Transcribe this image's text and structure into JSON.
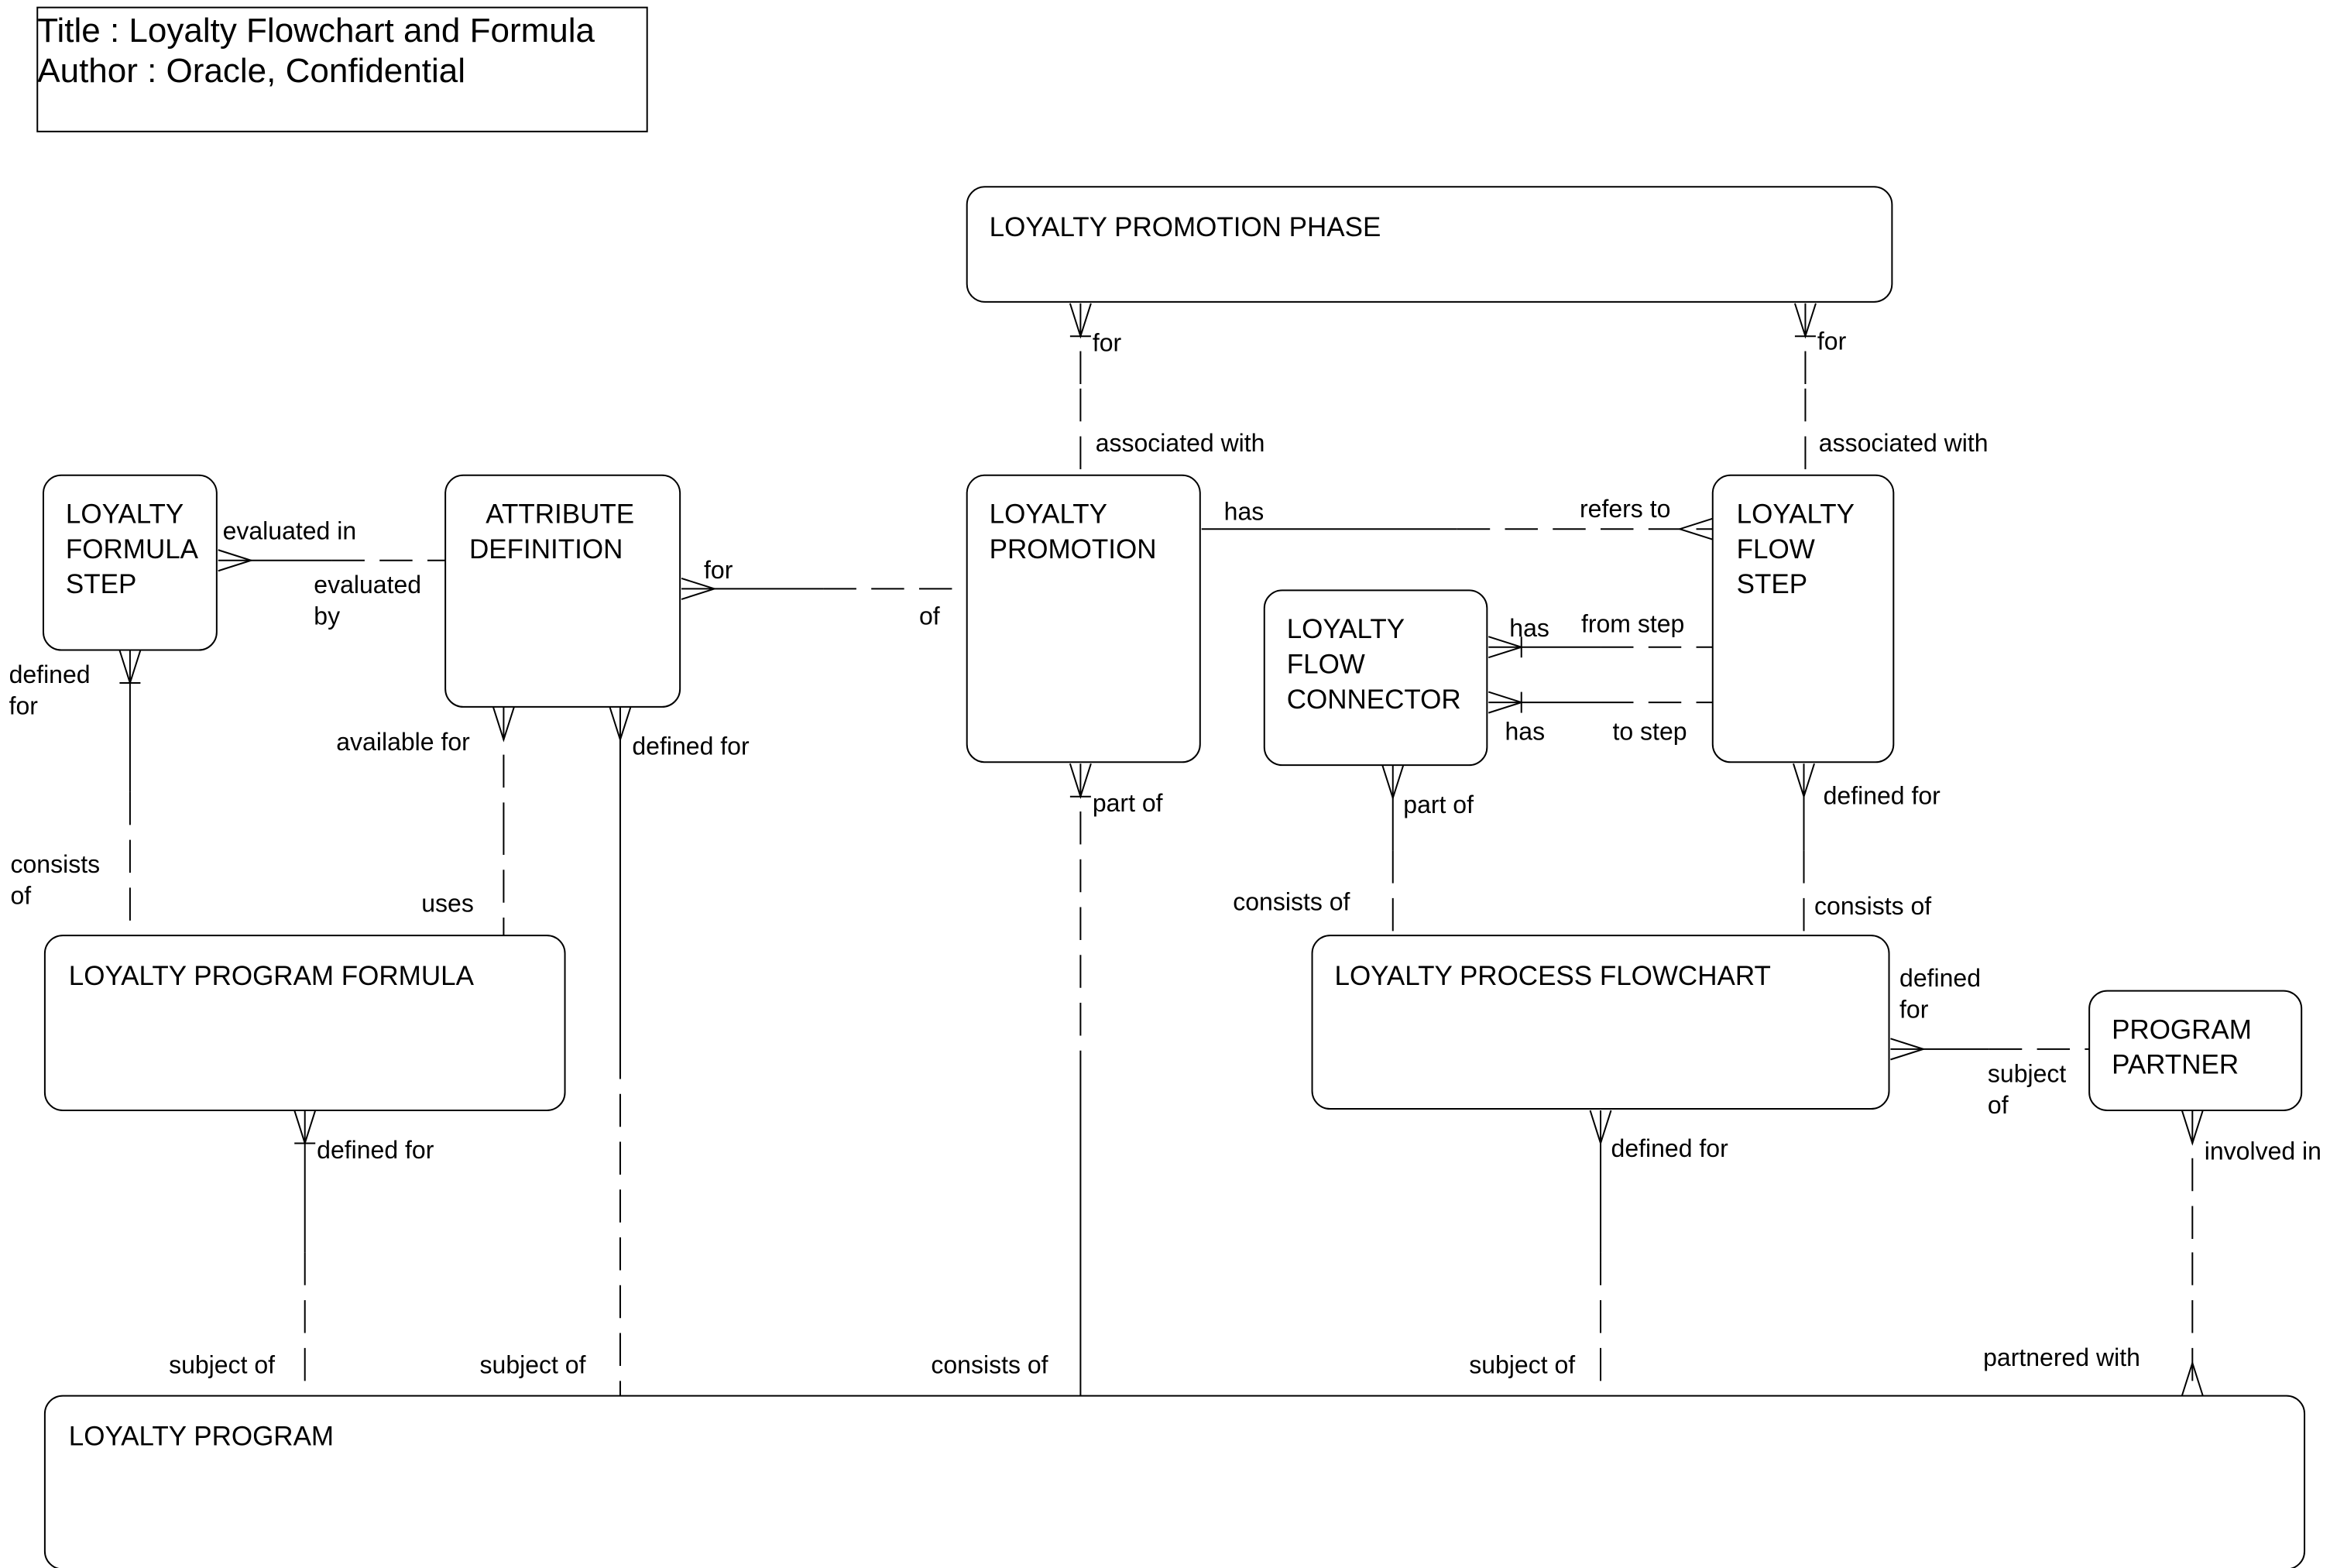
{
  "title_block": {
    "lines": [
      "Title : Loyalty Flowchart and Formula",
      "Author : Oracle, Confidential"
    ]
  },
  "entities": [
    {
      "id": "phase",
      "lines": [
        "LOYALTY PROMOTION PHASE"
      ]
    },
    {
      "id": "formula_step",
      "lines": [
        "LOYALTY",
        "FORMULA",
        "STEP"
      ]
    },
    {
      "id": "attr_def",
      "lines": [
        "ATTRIBUTE",
        "DEFINITION"
      ]
    },
    {
      "id": "promotion",
      "lines": [
        "LOYALTY",
        "PROMOTION"
      ]
    },
    {
      "id": "flow_step",
      "lines": [
        "LOYALTY",
        "FLOW",
        "STEP"
      ]
    },
    {
      "id": "flow_connector",
      "lines": [
        "LOYALTY",
        "FLOW",
        "CONNECTOR"
      ]
    },
    {
      "id": "program_formula",
      "lines": [
        "LOYALTY PROGRAM FORMULA"
      ]
    },
    {
      "id": "process_flowchart",
      "lines": [
        "LOYALTY PROCESS FLOWCHART"
      ]
    },
    {
      "id": "partner",
      "lines": [
        "PROGRAM",
        "PARTNER"
      ]
    },
    {
      "id": "program",
      "lines": [
        "LOYALTY PROGRAM"
      ]
    }
  ],
  "relationship_labels": [
    {
      "id": "promo_phase_for",
      "lines": [
        "for"
      ]
    },
    {
      "id": "promo_phase_assoc",
      "lines": [
        "associated with"
      ]
    },
    {
      "id": "step_phase_for",
      "lines": [
        "for"
      ]
    },
    {
      "id": "step_phase_assoc",
      "lines": [
        "associated with"
      ]
    },
    {
      "id": "fstep_attr_in",
      "lines": [
        "evaluated in"
      ]
    },
    {
      "id": "fstep_attr_by",
      "lines": [
        "evaluated",
        "by"
      ]
    },
    {
      "id": "attr_promo_for",
      "lines": [
        "for"
      ]
    },
    {
      "id": "attr_promo_of",
      "lines": [
        "of"
      ]
    },
    {
      "id": "promo_step_has",
      "lines": [
        "has"
      ]
    },
    {
      "id": "promo_step_refers",
      "lines": [
        "refers to"
      ]
    },
    {
      "id": "conn_from_has",
      "lines": [
        "has"
      ]
    },
    {
      "id": "conn_from_step",
      "lines": [
        "from step"
      ]
    },
    {
      "id": "conn_to_has",
      "lines": [
        "has"
      ]
    },
    {
      "id": "conn_to_step",
      "lines": [
        "to step"
      ]
    },
    {
      "id": "fstep_formula_defined",
      "lines": [
        "defined",
        "for"
      ]
    },
    {
      "id": "fstep_formula_consists",
      "lines": [
        "consists",
        "of"
      ]
    },
    {
      "id": "attr_formula_available",
      "lines": [
        "available for"
      ]
    },
    {
      "id": "attr_formula_uses",
      "lines": [
        "uses"
      ]
    },
    {
      "id": "attr_program_defined",
      "lines": [
        "defined for"
      ]
    },
    {
      "id": "attr_program_subject",
      "lines": [
        "subject of"
      ]
    },
    {
      "id": "promo_program_part",
      "lines": [
        "part of"
      ]
    },
    {
      "id": "promo_program_consists",
      "lines": [
        "consists of"
      ]
    },
    {
      "id": "conn_flow_part",
      "lines": [
        "part of"
      ]
    },
    {
      "id": "conn_flow_consists",
      "lines": [
        "consists of"
      ]
    },
    {
      "id": "step_flow_defined",
      "lines": [
        "defined for"
      ]
    },
    {
      "id": "step_flow_consists",
      "lines": [
        "consists of"
      ]
    },
    {
      "id": "flow_partner_defined",
      "lines": [
        "defined",
        "for"
      ]
    },
    {
      "id": "flow_partner_subject",
      "lines": [
        "subject",
        "of"
      ]
    },
    {
      "id": "formula_program_defined",
      "lines": [
        "defined for"
      ]
    },
    {
      "id": "formula_program_subject",
      "lines": [
        "subject of"
      ]
    },
    {
      "id": "flow_program_defined",
      "lines": [
        "defined for"
      ]
    },
    {
      "id": "flow_program_subject",
      "lines": [
        "subject of"
      ]
    },
    {
      "id": "partner_program_involved",
      "lines": [
        "involved in"
      ]
    },
    {
      "id": "partner_program_partnered",
      "lines": [
        "partnered with"
      ]
    }
  ]
}
